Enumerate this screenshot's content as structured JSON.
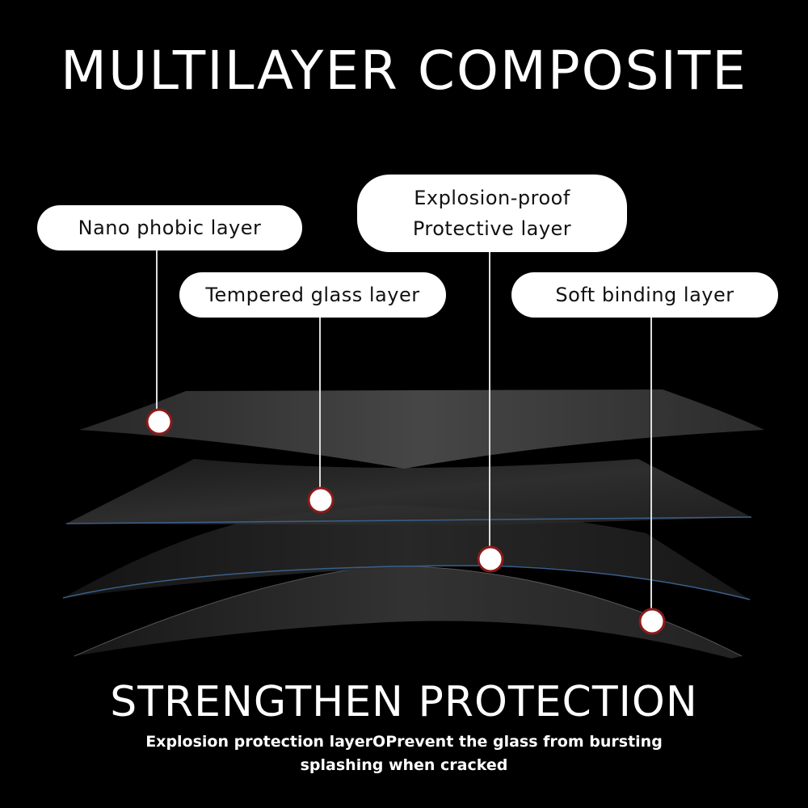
{
  "title": "MULTILAYER COMPOSITE",
  "callouts": {
    "nano": "Nano phobic layer",
    "tempered": "Tempered glass layer",
    "explosion_line1": "Explosion-proof",
    "explosion_line2": "Protective layer",
    "soft": "Soft binding layer"
  },
  "headline": "STRENGTHEN PROTECTION",
  "description_line1": "Explosion protection layerOPrevent the glass from bursting",
  "description_line2": "splashing when cracked",
  "colors": {
    "background": "#000000",
    "callout_bg": "#ffffff",
    "marker_border": "#8b1a1a",
    "layer_edge": "#3a5f8a"
  }
}
